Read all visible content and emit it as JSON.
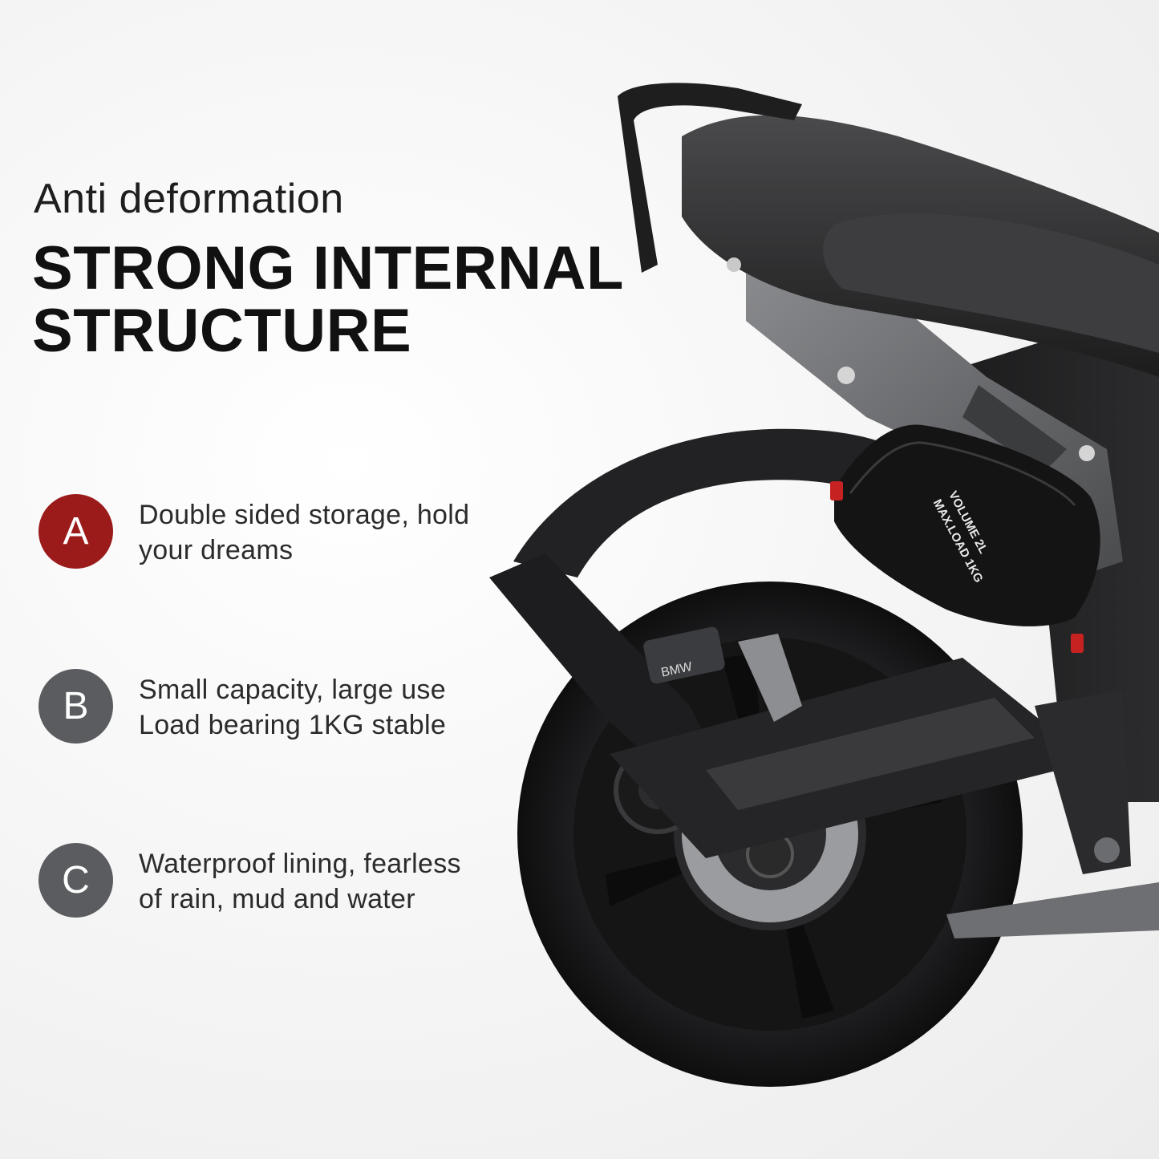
{
  "subtitle": "Anti deformation",
  "headline": [
    "STRONG INTERNAL",
    "STRUCTURE"
  ],
  "features": [
    {
      "badge": "A",
      "color": "#9b1b1b",
      "lines": [
        "Double sided storage, hold",
        "your dreams"
      ]
    },
    {
      "badge": "B",
      "color": "#5a5c5f",
      "lines": [
        "Small capacity, large use",
        "Load bearing 1KG stable"
      ]
    },
    {
      "badge": "C",
      "color": "#5a5c5f",
      "lines": [
        "Waterproof lining, fearless",
        "of rain, mud and water"
      ]
    }
  ],
  "product_marks": {
    "brand": "BMW",
    "bag_line1": "VOLUME 2L",
    "bag_line2": "MAX.LOAD 1KG"
  },
  "colors": {
    "background": "#f3f3f3",
    "accent_red": "#9b1b1b",
    "badge_gray": "#5a5c5f",
    "text_dark": "#111111"
  }
}
